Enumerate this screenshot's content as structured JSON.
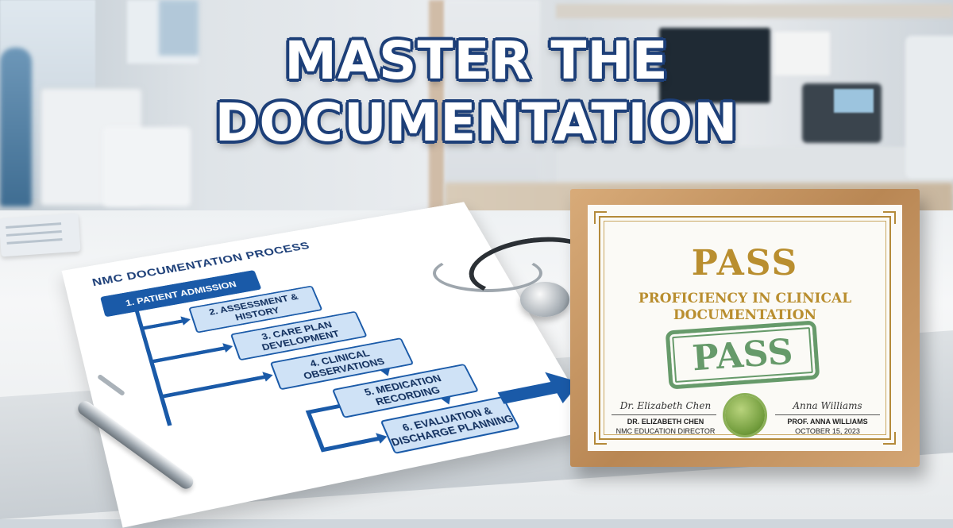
{
  "headline": {
    "line1": "MASTER THE",
    "line2": "DOCUMENTATION"
  },
  "document": {
    "title": "NMC DOCUMENTATION PROCESS",
    "steps": [
      "1. PATIENT ADMISSION",
      "2. ASSESSMENT & HISTORY",
      "3. CARE PLAN DEVELOPMENT",
      "4. CLINICAL OBSERVATIONS",
      "5. MEDICATION RECORDING",
      "6. EVALUATION & DISCHARGE PLANNING"
    ]
  },
  "certificate": {
    "title": "PASS",
    "subtitle": "PROFICIENCY IN CLINICAL DOCUMENTATION",
    "stamp": "PASS",
    "left_signature": "Dr. Elizabeth Chen",
    "left_name": "DR. ELIZABETH CHEN",
    "left_role": "NMC EDUCATION DIRECTOR",
    "right_signature": "Anna Williams",
    "right_name": "PROF. ANNA WILLIAMS",
    "right_date": "OCTOBER 15, 2023"
  },
  "colors": {
    "headline_outline": "#1d3f78",
    "flow_blue": "#1a5aa8",
    "step_fill": "#cfe2f6",
    "cert_gold": "#b98e2f",
    "stamp_green": "#4d8a52",
    "frame_wood": "#c9975f"
  }
}
